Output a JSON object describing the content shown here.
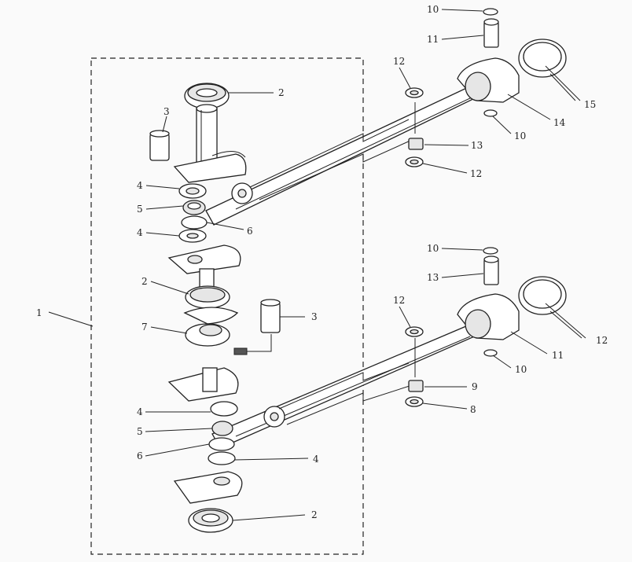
{
  "diagram": {
    "group_label": "1",
    "callouts": [
      {
        "id": "c-top-bearing",
        "text": "2"
      },
      {
        "id": "c-top-pin",
        "text": "3"
      },
      {
        "id": "c-top-4a",
        "text": "4"
      },
      {
        "id": "c-top-5",
        "text": "5"
      },
      {
        "id": "c-top-4b",
        "text": "4"
      },
      {
        "id": "c-top-6",
        "text": "6"
      },
      {
        "id": "c-mid-bearing",
        "text": "2"
      },
      {
        "id": "c-mid-7",
        "text": "7"
      },
      {
        "id": "c-mid-pin",
        "text": "3"
      },
      {
        "id": "c-bot-4a",
        "text": "4"
      },
      {
        "id": "c-bot-5",
        "text": "5"
      },
      {
        "id": "c-bot-6",
        "text": "6"
      },
      {
        "id": "c-bot-4b",
        "text": "4"
      },
      {
        "id": "c-bot-bearing",
        "text": "2"
      },
      {
        "id": "c-up-10a",
        "text": "10"
      },
      {
        "id": "c-up-11",
        "text": "11"
      },
      {
        "id": "c-up-12a",
        "text": "12"
      },
      {
        "id": "c-up-15",
        "text": "15"
      },
      {
        "id": "c-up-14",
        "text": "14"
      },
      {
        "id": "c-up-10b",
        "text": "10"
      },
      {
        "id": "c-up-13",
        "text": "13"
      },
      {
        "id": "c-up-12b",
        "text": "12"
      },
      {
        "id": "c-lo-10a",
        "text": "10"
      },
      {
        "id": "c-lo-13",
        "text": "13"
      },
      {
        "id": "c-lo-12a",
        "text": "12"
      },
      {
        "id": "c-lo-12b",
        "text": "12"
      },
      {
        "id": "c-lo-11",
        "text": "11"
      },
      {
        "id": "c-lo-10b",
        "text": "10"
      },
      {
        "id": "c-lo-9",
        "text": "9"
      },
      {
        "id": "c-lo-8",
        "text": "8"
      }
    ]
  }
}
